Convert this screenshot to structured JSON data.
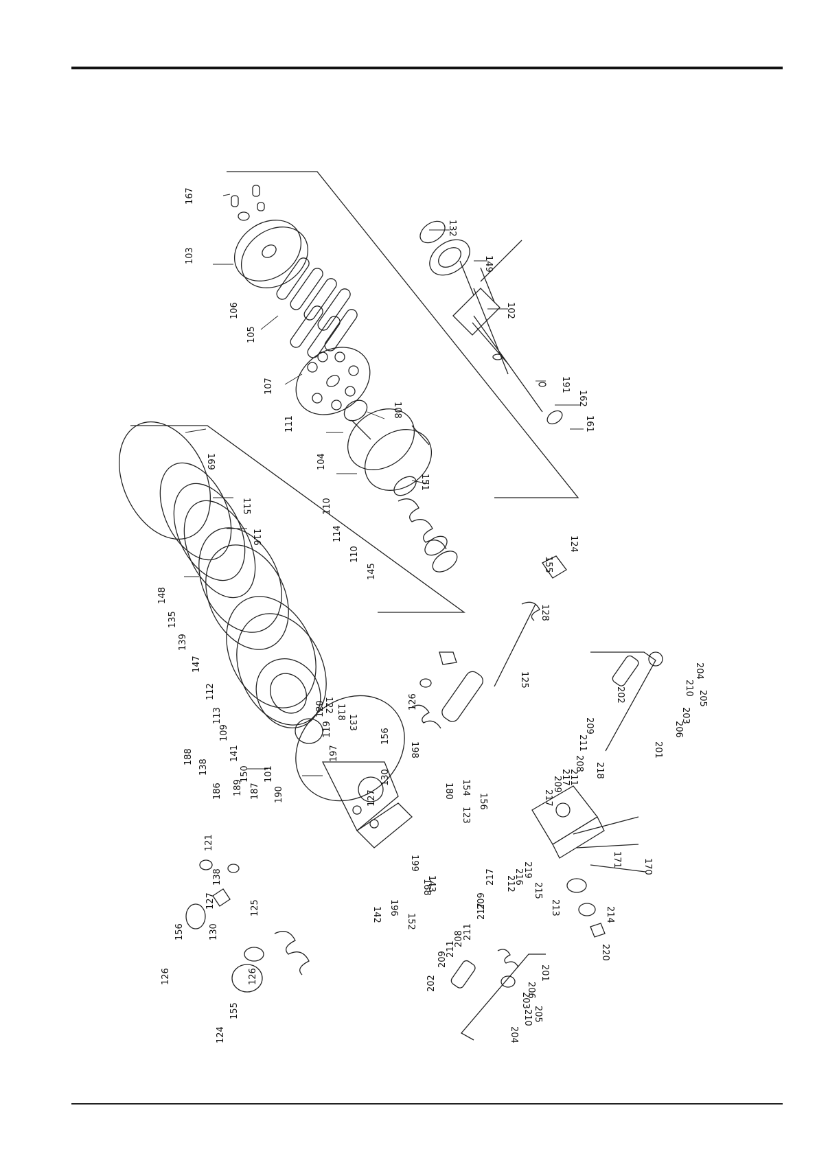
{
  "diagram": {
    "description_free": true,
    "part_labels": {
      "p102": "102",
      "p103": "103",
      "p104": "104",
      "p105": "105",
      "p106": "106",
      "p107": "107",
      "p108": "108",
      "p110a": "110",
      "p110b": "110",
      "p111": "111",
      "p114": "114",
      "p115": "115",
      "p116": "116",
      "p132": "132",
      "p145": "145",
      "p149": "149",
      "p151": "151",
      "p161": "161",
      "p162": "162",
      "p167": "167",
      "p169": "169",
      "p191": "191",
      "p101": "101",
      "p109": "109",
      "p112": "112",
      "p113": "113",
      "p118": "118",
      "p119": "119",
      "p120": "120",
      "p121": "121",
      "p122": "122",
      "p123": "123",
      "p124a": "124",
      "p124b": "124",
      "p125a": "125",
      "p125b": "125",
      "p126a": "126",
      "p126b": "126",
      "p126c": "126",
      "p127a": "127",
      "p127b": "127",
      "p128": "128",
      "p130a": "130",
      "p130b": "130",
      "p133": "133",
      "p135": "135",
      "p138a": "138",
      "p138b": "138",
      "p139": "139",
      "p141": "141",
      "p142": "142",
      "p143": "143",
      "p147": "147",
      "p148": "148",
      "p150": "150",
      "p152": "152",
      "p154": "154",
      "p155a": "155",
      "p155b": "155",
      "p156a": "156",
      "p156b": "156",
      "p156c": "156",
      "p168": "168",
      "p170": "170",
      "p171": "171",
      "p180": "180",
      "p186": "186",
      "p187": "187",
      "p188": "188",
      "p189": "189",
      "p190": "190",
      "p196": "196",
      "p197": "197",
      "p198": "198",
      "p199": "199",
      "p201a": "201",
      "p201b": "201",
      "p202a": "202",
      "p202b": "202",
      "p203a": "203",
      "p203b": "203",
      "p204a": "204",
      "p204b": "204",
      "p205a": "205",
      "p205b": "205",
      "p206a": "206",
      "p206b": "206",
      "p208a": "208",
      "p208b": "208",
      "p209a": "209",
      "p209b": "209",
      "p209c": "209",
      "p209d": "209",
      "p210a": "210",
      "p210b": "210",
      "p211a": "211",
      "p211b": "211",
      "p211c": "211",
      "p211d": "211",
      "p212": "212",
      "p213": "213",
      "p214": "214",
      "p215": "215",
      "p216": "216",
      "p217a": "217",
      "p217b": "217",
      "p217c": "217",
      "p217d": "217",
      "p218": "218",
      "p219": "219",
      "p220": "220"
    }
  }
}
